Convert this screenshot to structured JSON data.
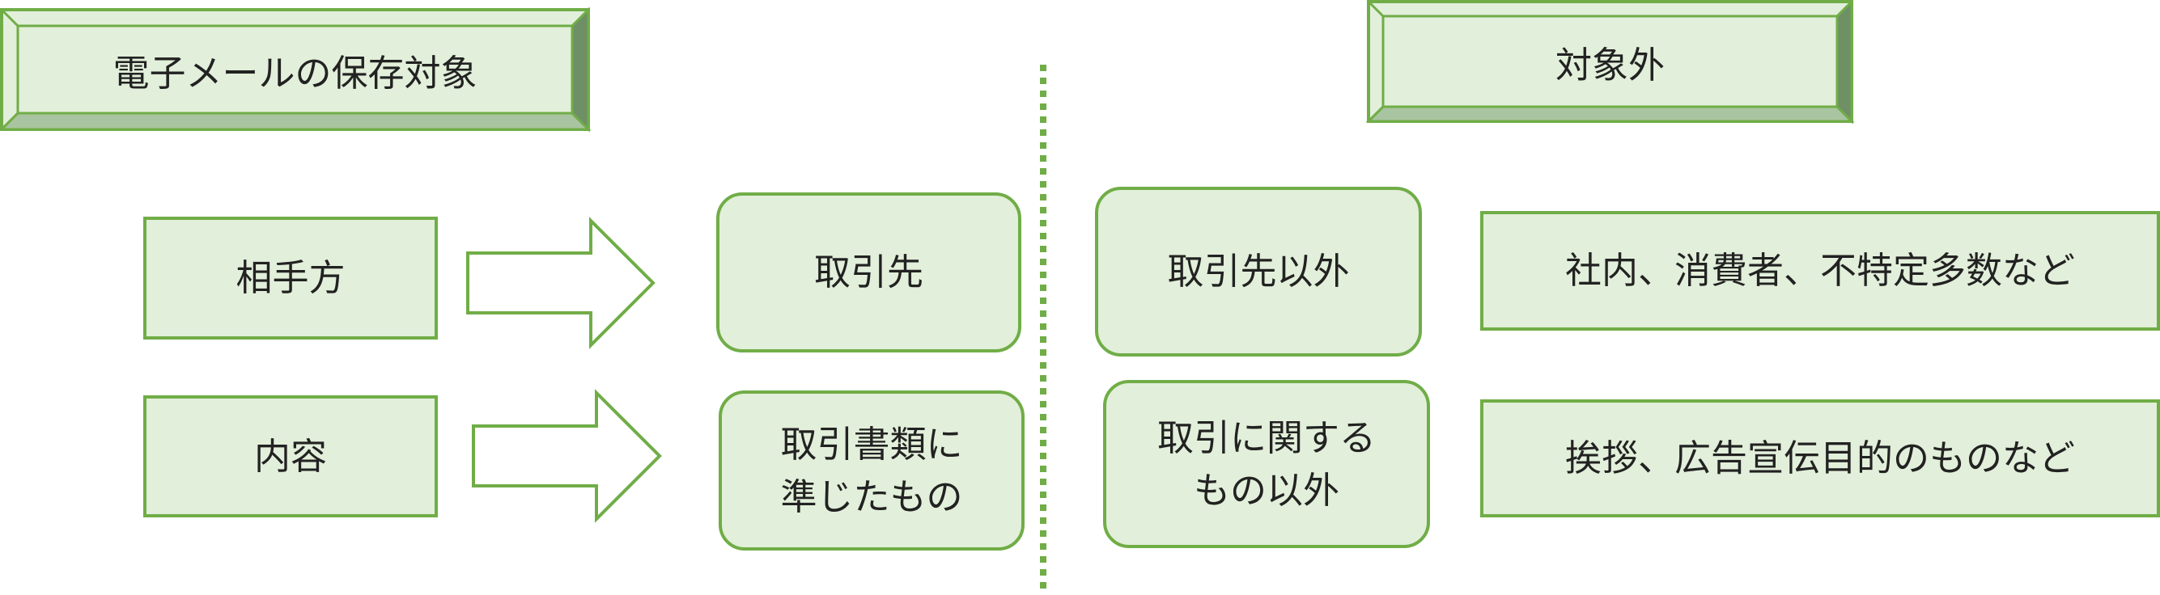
{
  "headers": {
    "left": "電子メールの保存対象",
    "right": "対象外"
  },
  "rows": [
    {
      "category": "相手方",
      "included": "取引先",
      "excluded": "取引先以外",
      "example": "社内、消費者、不特定多数など"
    },
    {
      "category": "内容",
      "included": "取引書類に\n準じたもの",
      "excluded": "取引に関する\nもの以外",
      "example": "挨拶、広告宣伝目的のものなど"
    }
  ],
  "colors": {
    "fill": "#e2efda",
    "stroke": "#70ad47",
    "bevel_shadow": "#a9c4a0",
    "bevel_dark": "#6f8f66"
  }
}
